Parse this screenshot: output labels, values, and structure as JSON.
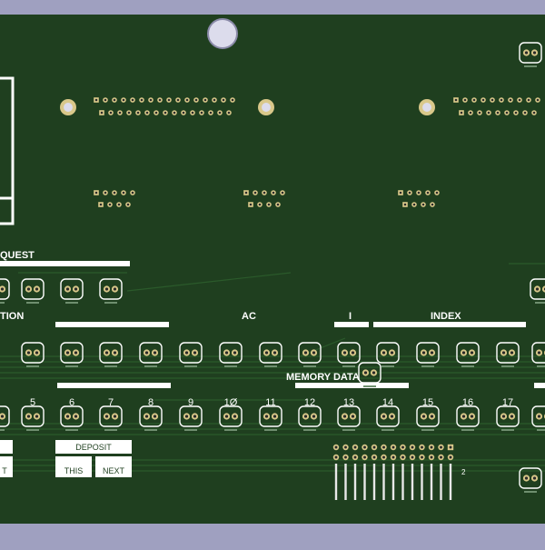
{
  "board": {
    "colors": {
      "frame": "#9fa0c0",
      "substrate": "#1f3f1f",
      "trace": "#2b5a2b",
      "silkscreen": "#ffffff",
      "pad": "#d9c88a",
      "pad_hole": "#2a2a2a",
      "mount_hole": "#dcdcec"
    },
    "section_labels": {
      "request": "QUEST",
      "function": "TION",
      "ac": "AC",
      "i": "I",
      "index": "INDEX",
      "memory_data": "MEMORY DATA"
    },
    "bit_numbers": [
      "5",
      "6",
      "7",
      "8",
      "9",
      "1Ø",
      "11",
      "12",
      "13",
      "14",
      "15",
      "16",
      "17"
    ],
    "buttons": {
      "deposit": "DEPOSIT",
      "this": "THIS",
      "next": "NEXT",
      "left_partial": "T"
    },
    "connector_label": "2"
  }
}
